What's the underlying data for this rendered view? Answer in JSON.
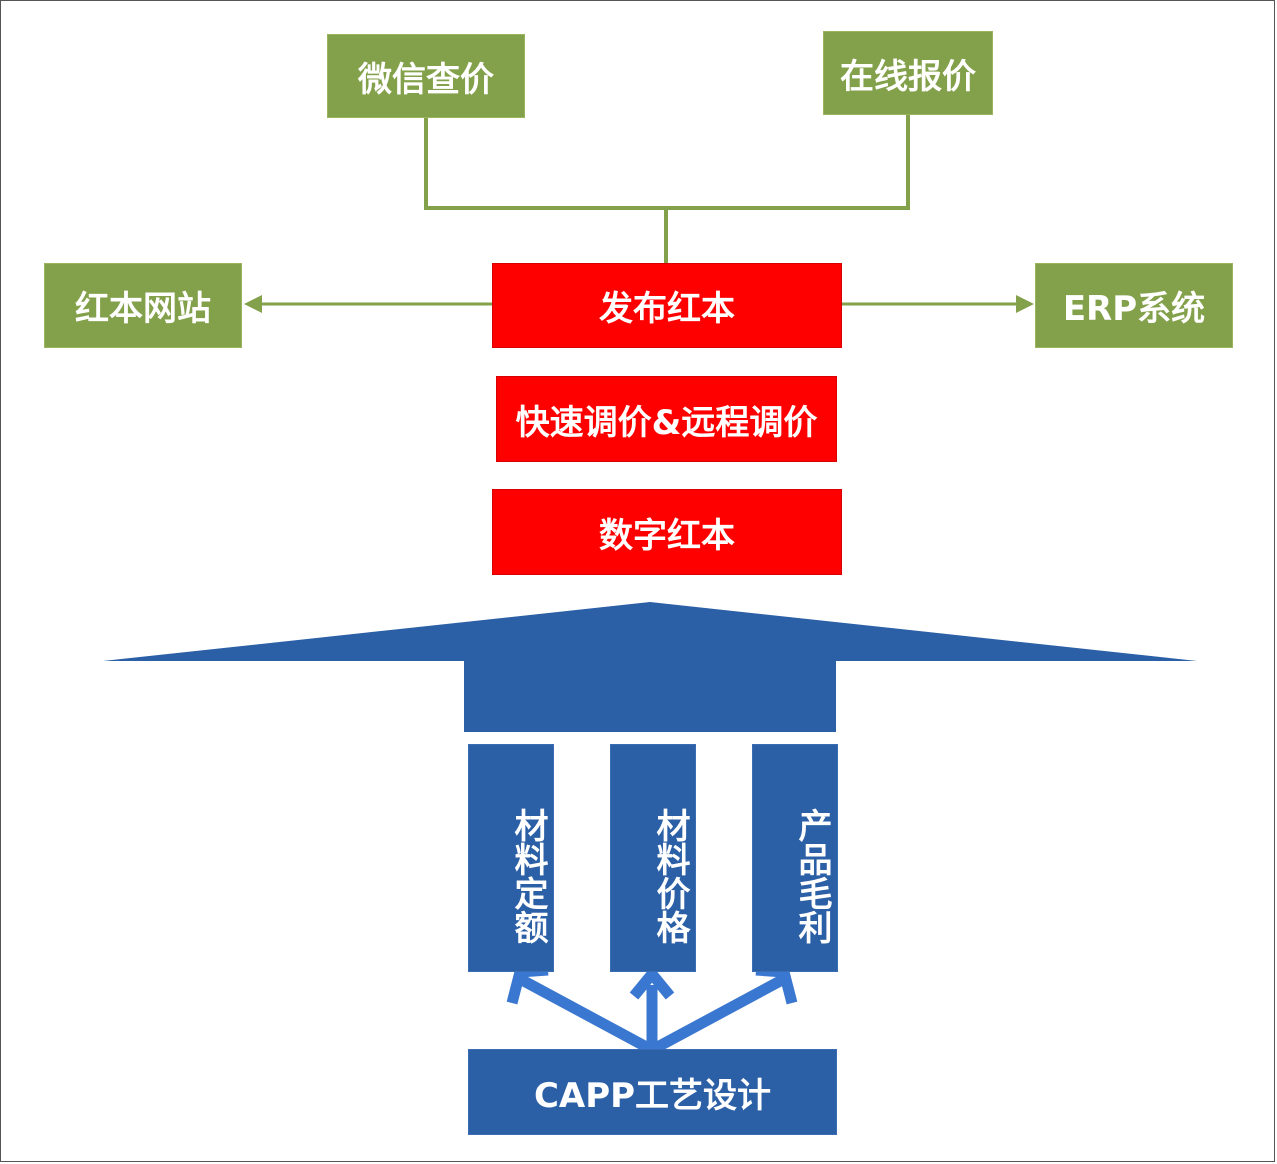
{
  "nodes": {
    "wechat": "微信查价",
    "online": "在线报价",
    "website": "红本网站",
    "publish": "发布红本",
    "erp": "ERP系统",
    "adjust": "快速调价&远程调价",
    "digital": "数字红本",
    "material_quota": "材料定额",
    "material_price": "材料价格",
    "product_margin": "产品毛利",
    "capp": "CAPP工艺设计"
  },
  "colors": {
    "green": "#83a04a",
    "red": "#ff0000",
    "blue": "#2b5fa6",
    "arrow_blue": "#3a77d0"
  }
}
